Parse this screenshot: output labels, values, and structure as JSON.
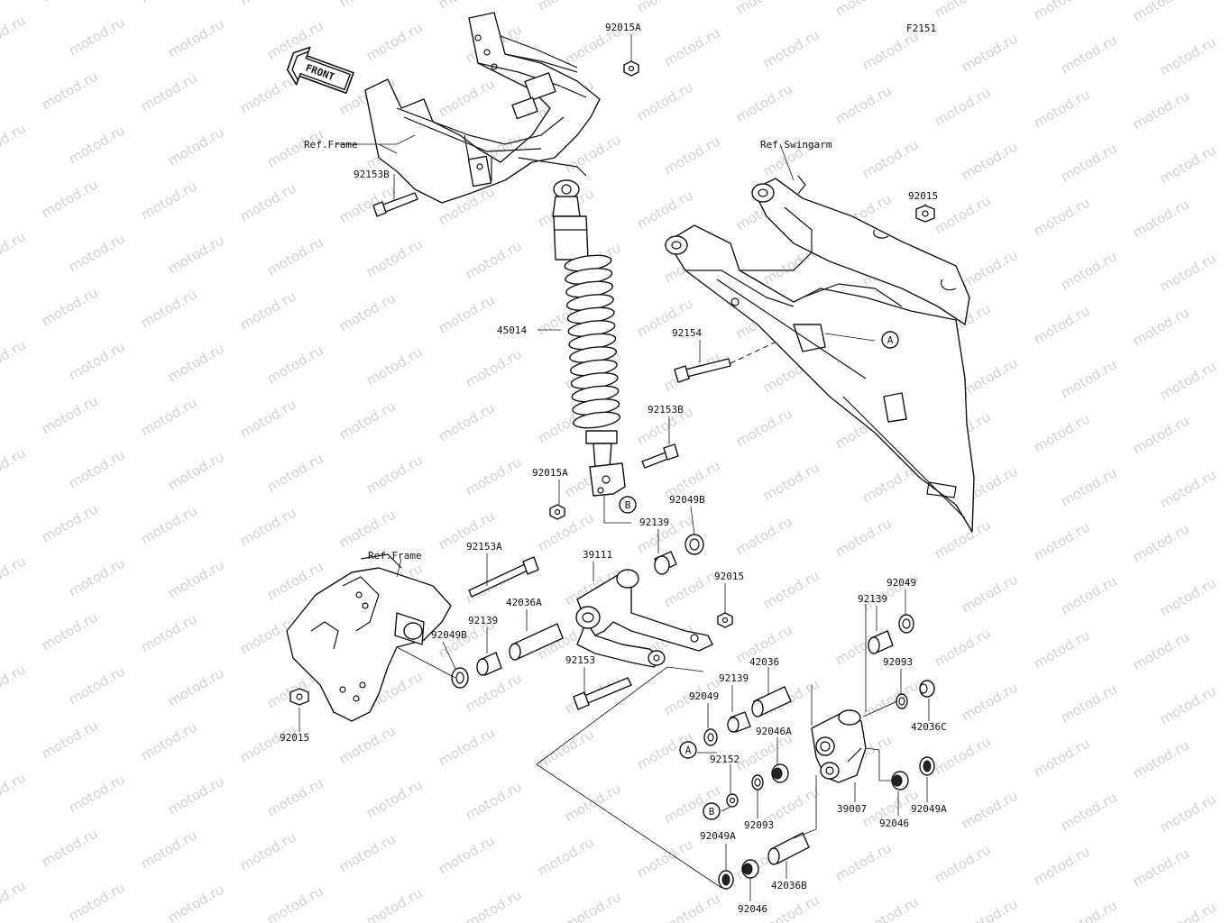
{
  "diagram_code": "F2151",
  "front_arrow": "FRONT",
  "watermark": "motod.ru",
  "refs": {
    "frame_top": "Ref.Frame",
    "frame_bottom": "Ref.Frame",
    "swingarm": "Ref.Swingarm"
  },
  "callouts": {
    "A": "A",
    "B": "B"
  },
  "parts": {
    "p92015A_top": "92015A",
    "p92153B_top": "92153B",
    "p45014": "45014",
    "p92015_swing": "92015",
    "p92154": "92154",
    "p92153B_mid": "92153B",
    "p92015A_mid": "92015A",
    "p92049B_top": "92049B",
    "p92139_top": "92139",
    "p39111": "39111",
    "p92153A": "92153A",
    "p42036A": "42036A",
    "p92015_mid": "92015",
    "p92139_left": "92139",
    "p92049B_left": "92049B",
    "p92153": "92153",
    "p92015_bottom": "92015",
    "p92049_right": "92049",
    "p92139_right": "92139",
    "p42036": "42036",
    "p92139_mid2": "92139",
    "p92093_right": "92093",
    "p92049_left": "92049",
    "p92046A": "92046A",
    "p42036C": "42036C",
    "p92152": "92152",
    "p92093_left": "92093",
    "p39007": "39007",
    "p92046_right": "92046",
    "p92049A_right": "92049A",
    "p92049A_left": "92049A",
    "p42036B": "42036B",
    "p92046_bottom": "92046"
  }
}
